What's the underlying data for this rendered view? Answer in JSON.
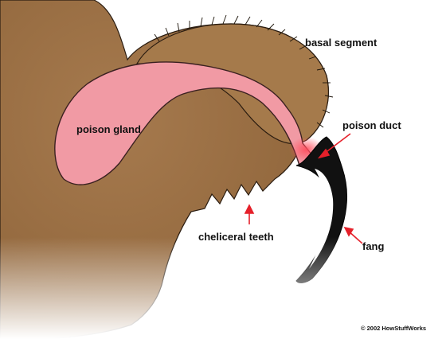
{
  "labels": {
    "basal_segment": "basal segment",
    "poison_gland": "poison gland",
    "poison_duct": "poison duct",
    "cheliceral_teeth": "cheliceral teeth",
    "fang": "fang"
  },
  "credit": "© 2002 HowStuffWorks",
  "colors": {
    "body": "#9c7046",
    "gland": "#f19aa4",
    "fang": "#111111",
    "arrow": "#e5202a"
  }
}
